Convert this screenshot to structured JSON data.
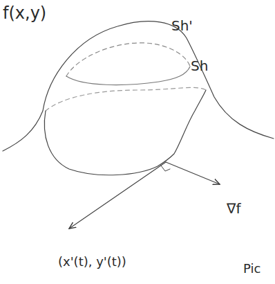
{
  "diagram": {
    "labels": [
      "f(x,y)",
      "Sh'",
      "Sh",
      "∇f",
      "(x'(t), y'(t))",
      "Pic"
    ]
  }
}
